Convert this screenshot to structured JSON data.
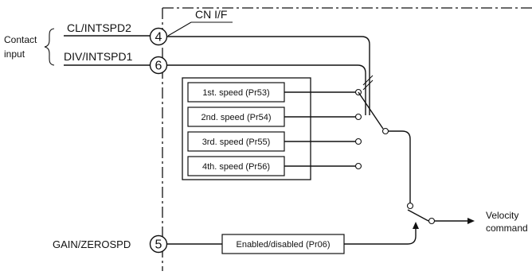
{
  "boundary_label": "CN I/F",
  "contact_input": {
    "line1": "Contact",
    "line2": "input"
  },
  "signals": [
    {
      "name": "CL/INTSPD2",
      "terminal": "4"
    },
    {
      "name": "DIV/INTSPD1",
      "terminal": "6"
    },
    {
      "name": "GAIN/ZEROSPD",
      "terminal": "5"
    }
  ],
  "speed_params": [
    "1st. speed (Pr53)",
    "2nd. speed (Pr54)",
    "3rd. speed (Pr55)",
    "4th. speed (Pr56)"
  ],
  "enable_box": "Enabled/disabled (Pr06)",
  "output": {
    "line1": "Velocity",
    "line2": "command"
  }
}
